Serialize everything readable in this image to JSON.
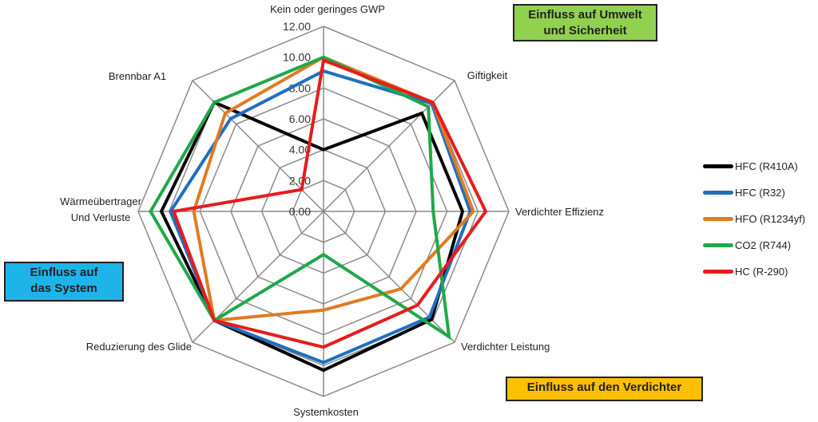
{
  "chart_data": {
    "type": "radar",
    "title": "",
    "axes": [
      "Kein oder geringes  GWP",
      "Giftigkeit",
      "Verdichter Effizienz",
      "Verdichter Leistung",
      "Systemkosten",
      "Reduzierung des Glide",
      "Wärmeübertrager Und Verluste",
      "Brennbar A1"
    ],
    "axis_label_lines": [
      [
        "Kein oder geringes  GWP"
      ],
      [
        "Giftigkeit"
      ],
      [
        "Verdichter Effizienz"
      ],
      [
        "Verdichter Leistung"
      ],
      [
        "Systemkosten"
      ],
      [
        "Reduzierung des Glide"
      ],
      [
        "Wärmeübertrager",
        "Und Verluste"
      ],
      [
        "Brennbar A1"
      ]
    ],
    "range": [
      0,
      12
    ],
    "ticks": [
      "0.00",
      "2.00",
      "4.00",
      "6.00",
      "8.00",
      "10.00",
      "12.00"
    ],
    "grid": true,
    "legend_position": "right",
    "series": [
      {
        "name": "HFC (R410A)",
        "color": "#000000",
        "values": [
          4.0,
          9.0,
          9.0,
          9.9,
          10.3,
          10.0,
          10.5,
          10.0
        ]
      },
      {
        "name": "HFC (R32)",
        "color": "#1f6fc0",
        "values": [
          9.1,
          9.9,
          9.5,
          9.7,
          9.8,
          10.0,
          9.9,
          8.5
        ]
      },
      {
        "name": "HFO (R1234yf)",
        "color": "#e07b22",
        "values": [
          10.0,
          10.0,
          9.7,
          7.1,
          6.4,
          10.0,
          8.4,
          9.0
        ]
      },
      {
        "name": "CO2 (R744)",
        "color": "#1fa84a",
        "values": [
          10.0,
          9.6,
          7.1,
          11.5,
          2.8,
          10.0,
          11.2,
          10.0
        ]
      },
      {
        "name": "HC (R-290)",
        "color": "#e81b1b",
        "values": [
          9.8,
          10.0,
          10.5,
          8.6,
          8.8,
          10.0,
          9.7,
          2.0
        ]
      }
    ],
    "annotations": [
      {
        "text": "Einfluss auf Umwelt und Sicherheit",
        "lines": [
          "Einfluss auf Umwelt",
          "und Sicherheit"
        ],
        "color": "#92d050"
      },
      {
        "text": "Einfluss auf das System",
        "lines": [
          "Einfluss auf",
          "das System"
        ],
        "color": "#1eb4ea"
      },
      {
        "text": "Einfluss auf den Verdichter",
        "lines": [
          "Einfluss auf den Verdichter"
        ],
        "color": "#ffc000"
      }
    ]
  }
}
